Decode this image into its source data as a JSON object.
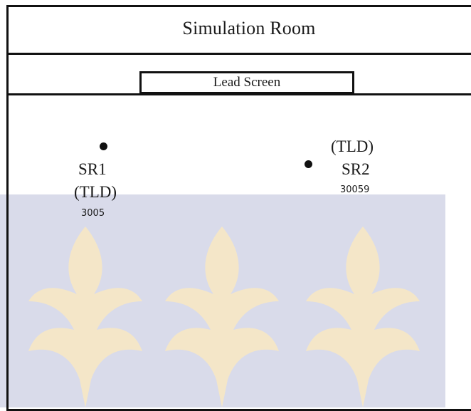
{
  "room": {
    "title": "Simulation Room",
    "lead_screen_label": "Lead Screen"
  },
  "sensors": [
    {
      "id_label": "SR1",
      "type_label": "(TLD)",
      "code": "3005"
    },
    {
      "id_label": "SR2",
      "type_label": "(TLD)",
      "code": "30059"
    }
  ],
  "colors": {
    "lines": "#111111",
    "watermark_band": "#d9dbea",
    "watermark_leaf": "#f6e7c6"
  }
}
